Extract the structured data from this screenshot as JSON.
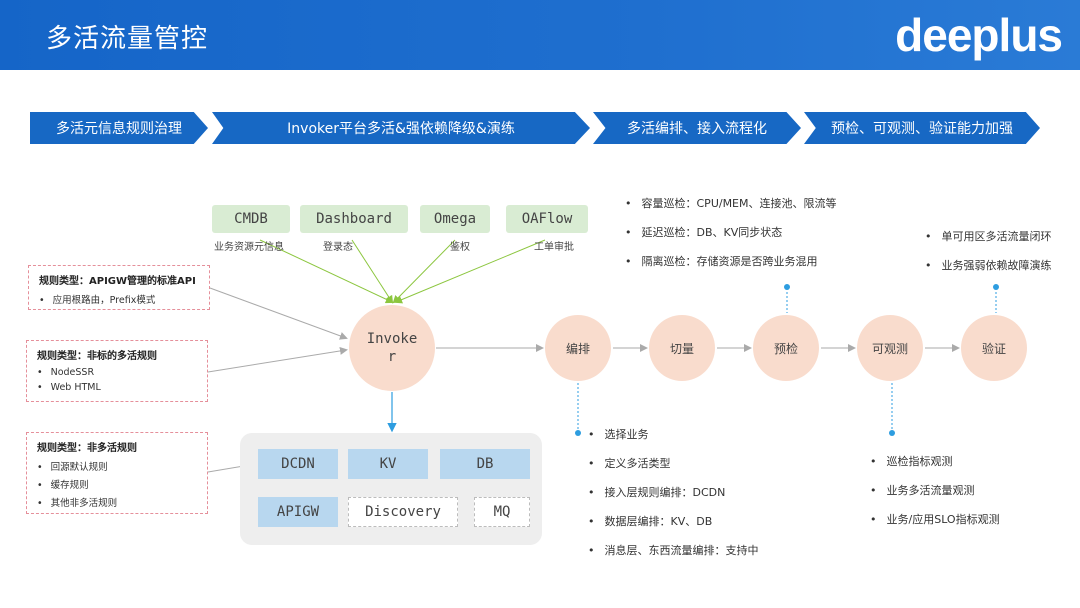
{
  "header": {
    "title": "多活流量管控",
    "logo": "deeplus"
  },
  "phases": [
    "多活元信息规则治理",
    "Invoker平台多活&强依赖降级&演练",
    "多活编排、接入流程化",
    "预检、可观测、验证能力加强"
  ],
  "sources": [
    {
      "name": "CMDB",
      "desc": "业务资源元信息"
    },
    {
      "name": "Dashboard",
      "desc": "登录态"
    },
    {
      "name": "Omega",
      "desc": "鉴权"
    },
    {
      "name": "OAFlow",
      "desc": "工单审批"
    }
  ],
  "rules": [
    {
      "title": "规则类型：APIGW管理的标准API",
      "items": [
        "应用根路由，Prefix模式"
      ]
    },
    {
      "title": "规则类型：非标的多活规则",
      "items": [
        "NodeSSR",
        "Web HTML"
      ]
    },
    {
      "title": "规则类型：非多活规则",
      "items": [
        "回源默认规则",
        "缓存规则",
        "其他非多活规则"
      ]
    }
  ],
  "invoker": {
    "label_line1": "Invoke",
    "label_line2": "r"
  },
  "flow": [
    "编排",
    "切量",
    "预检",
    "可观测",
    "验证"
  ],
  "storage": {
    "row1": [
      "DCDN",
      "KV",
      "DB"
    ],
    "row2": [
      "APIGW",
      "Discovery",
      "MQ"
    ]
  },
  "check_notes": [
    "容量巡检：CPU/MEM、连接池、限流等",
    "延迟巡检：DB、KV同步状态",
    "隔离巡检：存储资源是否跨业务混用"
  ],
  "verify_notes": [
    "单可用区多活流量闭环",
    "业务强弱依赖故障演练"
  ],
  "orchestrate_notes": [
    "选择业务",
    "定义多活类型",
    "接入层规则编排：DCDN",
    "数据层编排：KV、DB",
    "消息层、东西流量编排：支持中"
  ],
  "observe_notes": [
    "巡检指标观测",
    "业务多活流量观测",
    "业务/应用SLO指标观测"
  ],
  "colors": {
    "header": "#1565c8",
    "phase": "#1768c4",
    "circle": "#f9dccd",
    "source": "#d9ecd3",
    "store": "#b8d7ef",
    "accent": "#2d9de0",
    "rule_border": "#e58f9a"
  }
}
